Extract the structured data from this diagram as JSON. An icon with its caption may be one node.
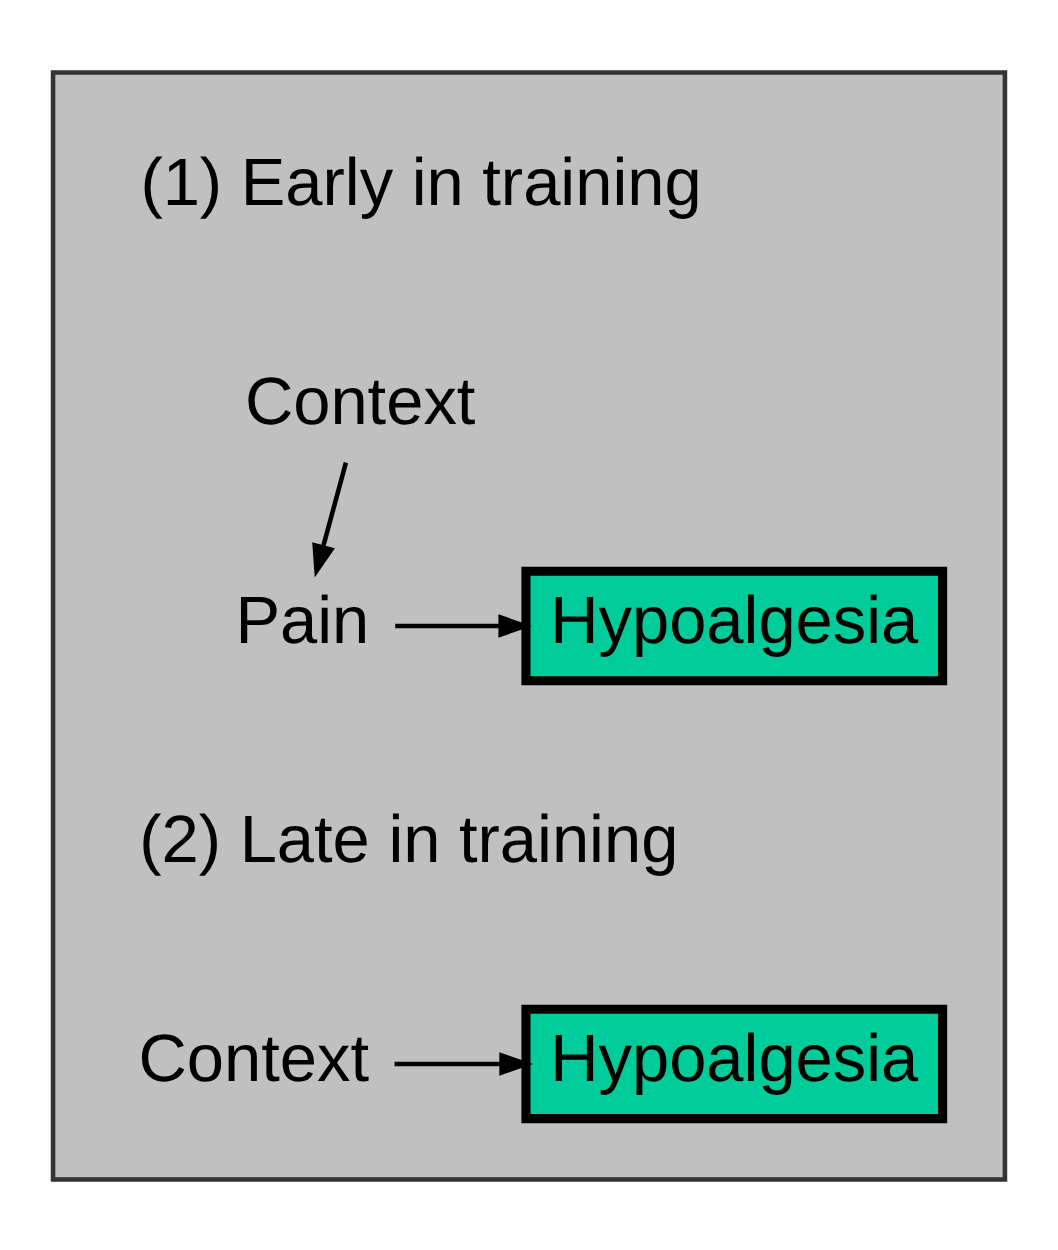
{
  "diagram": {
    "nodes": [
      {
        "text": [],
        "shape": "box"
      },
      {
        "text": [
          "Context"
        ],
        "in": 0
      },
      {
        "text": [
          "Pain"
        ],
        "in": 0
      },
      {
        "text": [
          "Hypoalgesia"
        ],
        "in": 0
      },
      {
        "text": [
          "Context"
        ],
        "in": 0
      },
      {
        "text": [
          "Hypoalgesia"
        ],
        "in": 0
      }
    ],
    "edges": [
      {
        "from": 1,
        "to": 2,
        "arrow": "to"
      },
      {
        "from": 2,
        "to": 3,
        "arrow": "to"
      },
      {
        "from": 4,
        "to": 5,
        "arrow": "to"
      }
    ],
    "labels": [
      "(1) Early in training",
      "(2) Late in training"
    ]
  }
}
